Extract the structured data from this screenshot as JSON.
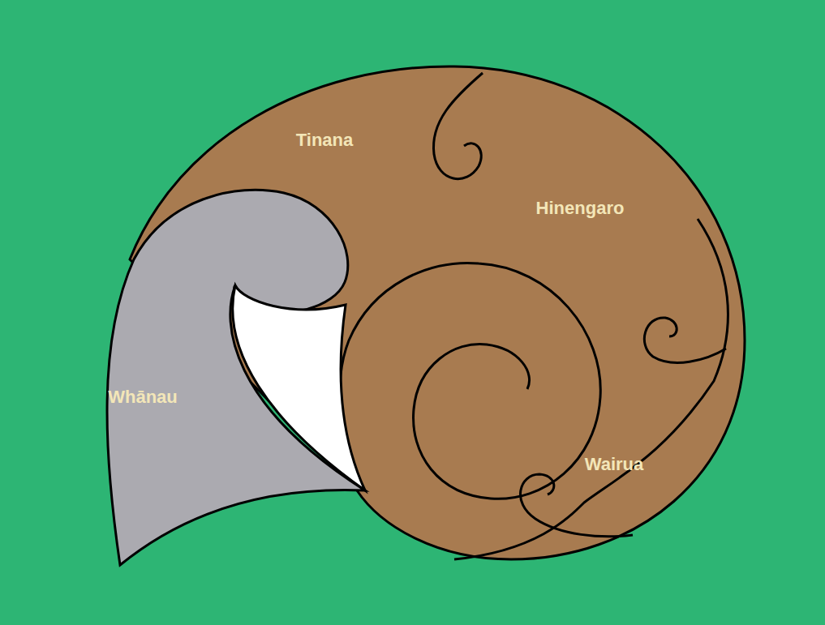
{
  "diagram": {
    "labels": [
      "Tinana",
      "Hinengaro",
      "Whānau",
      "Wairua"
    ]
  }
}
